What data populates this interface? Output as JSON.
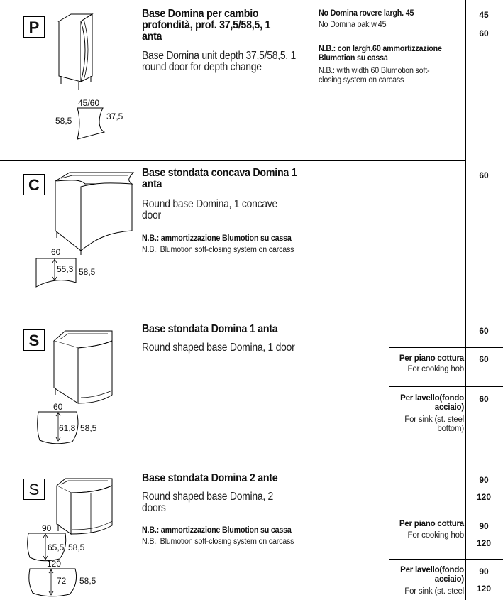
{
  "sections": [
    {
      "code": "P",
      "title": "Base Domina per cambio profondità, prof. 37,5/58,5, 1 anta",
      "description": "Base Domina unit depth 37,5/58,5, 1 round door for depth change",
      "dims": {
        "top": "45/60",
        "left": "58,5",
        "right": "37,5"
      },
      "notes": {
        "line1_bold": "No Domina rovere largh. 45",
        "line1": "No Domina oak w.45",
        "line2_bold": "N.B.: con largh.60 ammortizzazione Blumotion su cassa",
        "line2": "N.B.: with width 60 Blumotion soft-closing system on carcass"
      },
      "widths": [
        "45",
        "60"
      ]
    },
    {
      "code": "C",
      "title": "Base stondata concava Domina 1 anta",
      "description": "Round base Domina, 1 concave door",
      "dims": {
        "top": "60",
        "inner": "55,3",
        "right": "58,5"
      },
      "notes": {
        "bold": "N.B.: ammortizzazione Blumotion su cassa",
        "plain": "N.B.: Blumotion soft-closing system on carcass"
      },
      "widths": [
        "60"
      ]
    },
    {
      "code": "S",
      "title": "Base stondata Domina 1 anta",
      "description": "Round shaped base Domina, 1 door",
      "dims": {
        "top": "60",
        "inner": "61,8",
        "right": "58,5"
      },
      "variants": [
        {
          "label_bold": "Per piano cottura",
          "label": "For cooking hob",
          "width": "60"
        },
        {
          "label_bold": "Per lavello(fondo acciaio)",
          "label": "For sink (st. steel bottom)",
          "width": "60"
        }
      ],
      "widths": [
        "60"
      ]
    },
    {
      "code": "S",
      "title": "Base stondata Domina 2 ante",
      "description": "Round shaped base Domina, 2 doors",
      "dims": {
        "top1": "90",
        "inner1": "65,5",
        "right1": "58,5",
        "top2": "120",
        "inner2": "72",
        "right2": "58,5"
      },
      "notes": {
        "bold": "N.B.: ammortizzazione Blumotion su cassa",
        "plain": "N.B.: Blumotion soft-closing system on carcass"
      },
      "variants": [
        {
          "label_bold": "Per piano cottura",
          "label": "For cooking hob",
          "widths": [
            "90",
            "120"
          ]
        },
        {
          "label_bold": "Per lavello(fondo acciaio)",
          "label": "For sink (st. steel",
          "widths": [
            "90",
            "120"
          ]
        }
      ],
      "widths": [
        "90",
        "120"
      ]
    }
  ]
}
